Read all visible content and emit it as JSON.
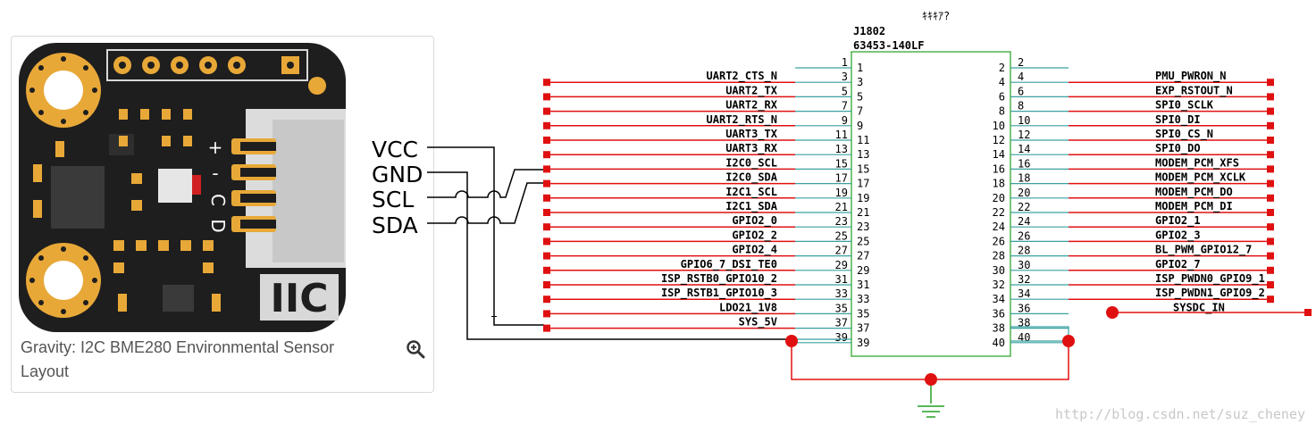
{
  "product": {
    "caption": "Gravity: I2C BME280 Environmental Sensor Layout",
    "board_pin_labels": [
      "+",
      "-",
      "C",
      "D"
    ],
    "board_logo": "IIC",
    "zoom_icon": "magnifier-plus-icon"
  },
  "wires": {
    "labels": [
      "VCC",
      "GND",
      "SCL",
      "SDA"
    ]
  },
  "connector": {
    "title_marks": "ｷｷｷｱ?",
    "refdes": "J1802",
    "part": "63453-140LF",
    "left_pins": [
      {
        "num": "1",
        "net": ""
      },
      {
        "num": "3",
        "net": "UART2_CTS_N"
      },
      {
        "num": "5",
        "net": "UART2_TX"
      },
      {
        "num": "7",
        "net": "UART2_RX"
      },
      {
        "num": "9",
        "net": "UART2_RTS_N"
      },
      {
        "num": "11",
        "net": "UART3_TX"
      },
      {
        "num": "13",
        "net": "UART3_RX"
      },
      {
        "num": "15",
        "net": "I2C0_SCL"
      },
      {
        "num": "17",
        "net": "I2C0_SDA"
      },
      {
        "num": "19",
        "net": "I2C1_SCL"
      },
      {
        "num": "21",
        "net": "I2C1_SDA"
      },
      {
        "num": "23",
        "net": "GPIO2_0"
      },
      {
        "num": "25",
        "net": "GPIO2_2"
      },
      {
        "num": "27",
        "net": "GPIO2_4"
      },
      {
        "num": "29",
        "net": "GPIO6_7_DSI_TE0"
      },
      {
        "num": "31",
        "net": "ISP_RSTB0_GPIO10_2"
      },
      {
        "num": "33",
        "net": "ISP_RSTB1_GPIO10_3"
      },
      {
        "num": "35",
        "net": "LDO21_1V8"
      },
      {
        "num": "37",
        "net": "SYS_5V"
      },
      {
        "num": "39",
        "net": ""
      }
    ],
    "right_pins": [
      {
        "num": "2",
        "net": ""
      },
      {
        "num": "4",
        "net": "PMU_PWRON_N"
      },
      {
        "num": "6",
        "net": "EXP_RSTOUT_N"
      },
      {
        "num": "8",
        "net": "SPI0_SCLK"
      },
      {
        "num": "10",
        "net": "SPI0_DI"
      },
      {
        "num": "12",
        "net": "SPI0_CS_N"
      },
      {
        "num": "14",
        "net": "SPI0_DO"
      },
      {
        "num": "16",
        "net": "MODEM_PCM_XFS"
      },
      {
        "num": "18",
        "net": "MODEM_PCM_XCLK"
      },
      {
        "num": "20",
        "net": "MODEM_PCM_DO"
      },
      {
        "num": "22",
        "net": "MODEM_PCM_DI"
      },
      {
        "num": "24",
        "net": "GPIO2_1"
      },
      {
        "num": "26",
        "net": "GPIO2_3"
      },
      {
        "num": "28",
        "net": "BL_PWM_GPIO12_7"
      },
      {
        "num": "30",
        "net": "GPIO2_7"
      },
      {
        "num": "32",
        "net": "ISP_PWDN0_GPIO9_1"
      },
      {
        "num": "34",
        "net": "ISP_PWDN1_GPIO9_2"
      },
      {
        "num": "36",
        "net": "SYSDC_IN"
      },
      {
        "num": "38",
        "net": ""
      },
      {
        "num": "40",
        "net": ""
      }
    ]
  },
  "watermark": "http://blog.csdn.net/suz_cheney",
  "colors": {
    "net_wire": "#e01010",
    "pin_stub": "#3aa0a0",
    "connector_box": "#22a022",
    "pcb": "#1e1e1e",
    "gold": "#e8a838",
    "header_white": "#d8d8d8"
  }
}
